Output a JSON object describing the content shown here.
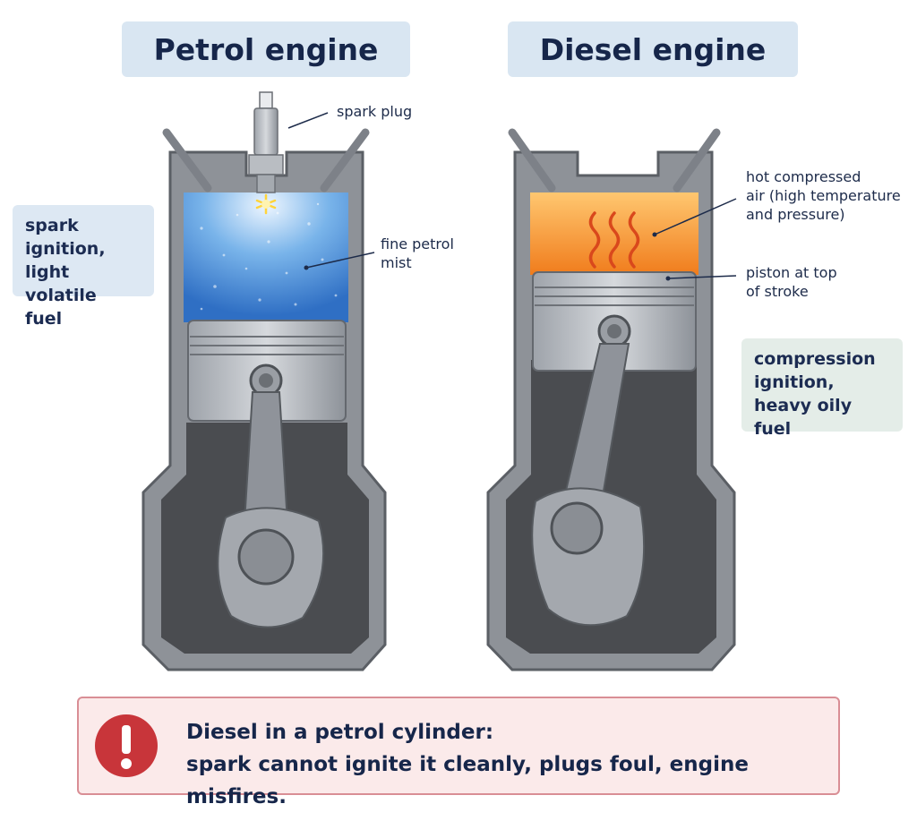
{
  "titles": {
    "petrol": "Petrol engine",
    "diesel": "Diesel engine"
  },
  "notes": {
    "petrol": [
      "spark ignition,",
      "light volatile",
      "fuel"
    ],
    "diesel": [
      "compression",
      "ignition,",
      "heavy oily fuel"
    ]
  },
  "labels": {
    "spark_plug": "spark plug",
    "fine_mist": [
      "fine petrol",
      "mist"
    ],
    "hot_air": [
      "hot compressed",
      "air (high temperature",
      "and pressure)"
    ],
    "piston_top": [
      "piston at top",
      "of stroke"
    ]
  },
  "warning": {
    "line1": "Diesel in a petrol cylinder:",
    "line2": "spark cannot ignite it cleanly, plugs foul, engine misfires."
  },
  "colors": {
    "accent": "#c8353a",
    "petrol_mist": "#5b9ee0",
    "diesel_heat": "#f08a24",
    "engine_metal": "#8f939a"
  }
}
